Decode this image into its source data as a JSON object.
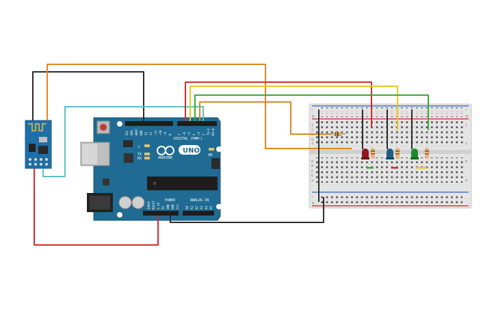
{
  "breadboard": {
    "rows": [
      "j",
      "i",
      "h",
      "g",
      "f",
      "e",
      "d",
      "c",
      "b",
      "a"
    ],
    "rail_minus": "-",
    "rail_plus": "+"
  },
  "arduino": {
    "brand": "ARDUINO",
    "model": "UNO",
    "digital_label": "DIGITAL (PWM~)",
    "power_label": "POWER",
    "analog_label": "ANALOG IN",
    "led_l": "L",
    "led_tx": "TX",
    "led_rx": "RX",
    "led_on": "ON",
    "pins_top": [
      "SCL",
      "SDA",
      "AREF",
      "GND",
      "13",
      "12",
      "~11",
      "~10",
      "~9",
      "8",
      "7",
      "~6",
      "~5",
      "4",
      "~3",
      "2",
      "TX→1",
      "RX←0"
    ],
    "pins_bottom": [
      "IOREF",
      "RESET",
      "3.3V",
      "5V",
      "GND",
      "GND",
      "Vin",
      "A0",
      "A1",
      "A2",
      "A3",
      "A4",
      "A5"
    ]
  },
  "colors": {
    "arduino_board": "#1f6b93",
    "esp_board": "#1e6fa8",
    "wire_black": "#2b2b2b",
    "wire_orange": "#e0861e",
    "wire_cyan": "#5bbfc9",
    "wire_red": "#d42a2a",
    "wire_yellow": "#e8c81a",
    "wire_green": "#3aaa35",
    "led_red": "#8e1a1a",
    "led_blue": "#1c5e85",
    "led_green": "#1b8a2b"
  }
}
